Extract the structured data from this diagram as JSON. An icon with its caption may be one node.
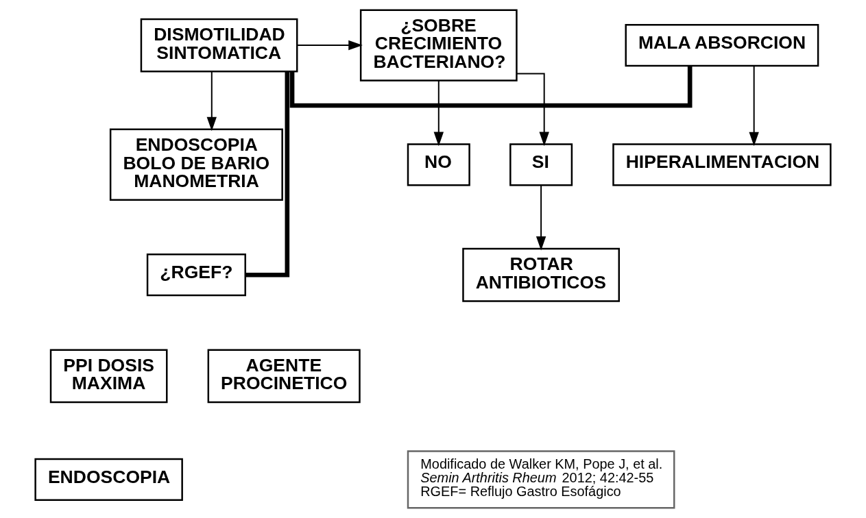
{
  "diagram": {
    "nodes": [
      {
        "text": [
          "DISMOTILIDAD SINTOMATICA"
        ]
      },
      {
        "text": [
          "¿SOBRE CRECIMIENTO BACTERIANO?"
        ]
      },
      {
        "text": [
          "MALA ABSORCION"
        ]
      },
      {
        "text": [
          "ENDOSCOPIA BOLO DE BARIO MANOMETRIA"
        ]
      },
      {
        "text": [
          "NO"
        ]
      },
      {
        "text": [
          "SI"
        ]
      },
      {
        "text": [
          "HIPERALIMENTACION"
        ]
      },
      {
        "text": [
          "¿RGEF?"
        ]
      },
      {
        "text": [
          "ROTAR ANTIBIOTICOS"
        ]
      },
      {
        "text": [
          "PPI DOSIS MAXIMA"
        ]
      },
      {
        "text": [
          "AGENTE PROCINETICO"
        ]
      },
      {
        "text": [
          "Modificado de Walker KM, Pope J, et al. *Semin Arthritis Rheum* 2012; 42:42-55",
          "RGEF= Reflujo Gastro Esofágico"
        ]
      },
      {
        "text": [
          "ENDOSCOPIA"
        ]
      }
    ],
    "edges": [
      {
        "from": 7,
        "to": 0,
        "arrow": "none",
        "style": "thick"
      },
      {
        "from": 0,
        "to": 2,
        "arrow": "none",
        "style": "thick"
      },
      {
        "from": 0,
        "to": 1,
        "arrow": "to"
      },
      {
        "from": 0,
        "to": 3,
        "arrow": "to"
      },
      {
        "from": 1,
        "to": 4,
        "arrow": "to"
      },
      {
        "from": 1,
        "to": 5,
        "arrow": "to"
      },
      {
        "from": 5,
        "to": 8,
        "arrow": "to"
      },
      {
        "from": 2,
        "to": 6,
        "arrow": "to"
      }
    ]
  }
}
